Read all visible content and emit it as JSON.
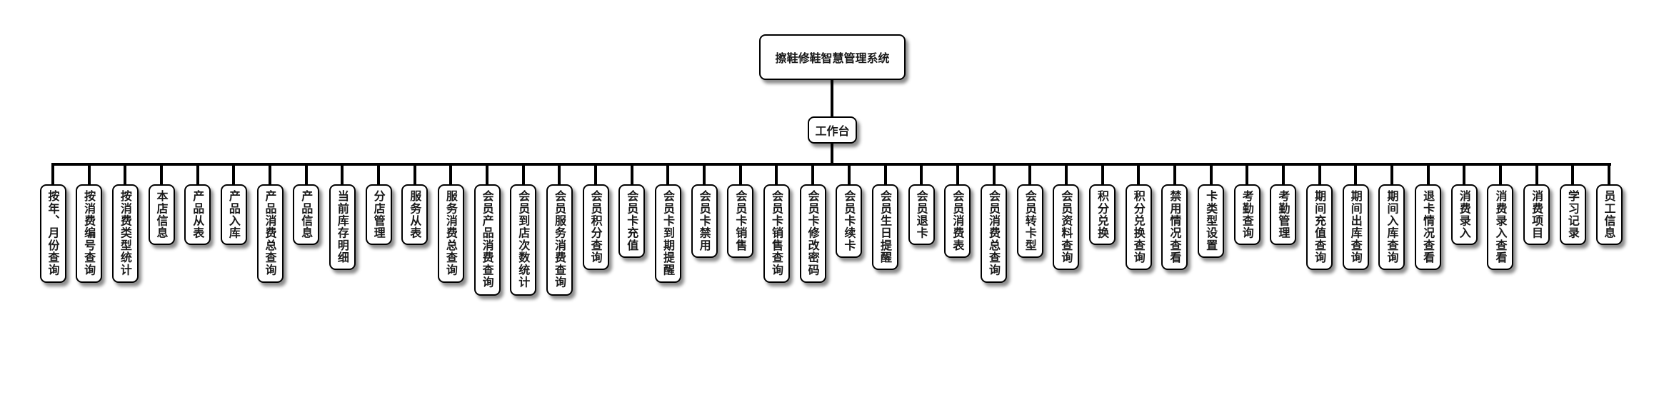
{
  "root": {
    "label": "擦鞋修鞋智慧管理系统"
  },
  "workbench": {
    "label": "工作台"
  },
  "modules": [
    "按年、月份查询",
    "按消费编号查询",
    "按消费类型统计",
    "本店信息",
    "产品从表",
    "产品入库",
    "产品消费总查询",
    "产品信息",
    "当前库存明细",
    "分店管理",
    "服务从表",
    "服务消费总查询",
    "会员产品消费查询",
    "会员到店次数统计",
    "会员服务消费查询",
    "会员积分查询",
    "会员卡充值",
    "会员卡到期提醒",
    "会员卡禁用",
    "会员卡销售",
    "会员卡销售查询",
    "会员卡修改密码",
    "会员卡续卡",
    "会员生日提醒",
    "会员退卡",
    "会员消费表",
    "会员消费总查询",
    "会员转卡型",
    "会员资料查询",
    "积分兑换",
    "积分兑换查询",
    "禁用情况查看",
    "卡类型设置",
    "考勤查询",
    "考勤管理",
    "期间充值查询",
    "期间出库查询",
    "期间入库查询",
    "退卡情况查看",
    "消费录入",
    "消费录入查看",
    "消费项目",
    "学习记录",
    "员工信息"
  ],
  "colors": {
    "line": "#000000",
    "node_fill": "#ffffff",
    "text": "#1a1a1a"
  }
}
